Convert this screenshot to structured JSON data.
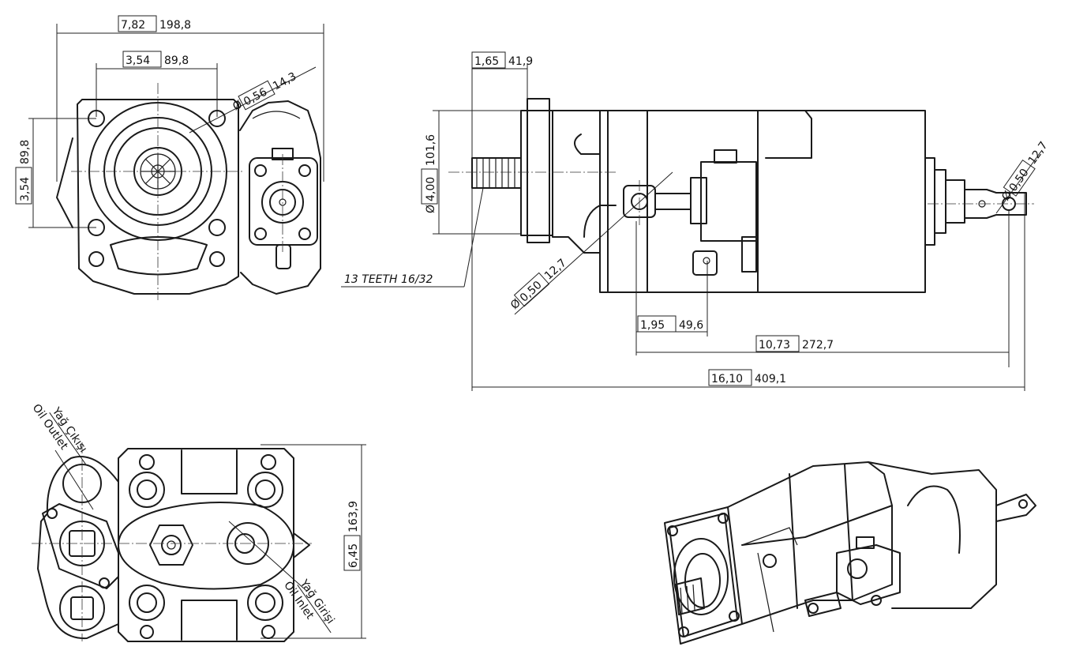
{
  "front_view": {
    "width_in": "7,82",
    "width_mm": "198,8",
    "bolt_span_in": "3,54",
    "bolt_span_mm": "89,8",
    "bolt_vert_in": "3,54",
    "bolt_vert_mm": "89,8",
    "hole_diam_in": "0,56",
    "hole_diam_mm": "14,3"
  },
  "side_view": {
    "flange_in": "1,65",
    "flange_mm": "41,9",
    "pilot_diam_in": "4,00",
    "pilot_diam_mm": "101,6",
    "spline_note": "13 TEETH 16/32",
    "port_hole_in": "0,50",
    "port_hole_mm": "12,7",
    "end_hole_in": "0,50",
    "end_hole_mm": "12,7",
    "offset_in": "1,95",
    "offset_mm": "49,6",
    "mid_len_in": "10,73",
    "mid_len_mm": "272,7",
    "total_len_in": "16,10",
    "total_len_mm": "409,1"
  },
  "bottom_view": {
    "outlet_tr": "Yağ Çıkışı",
    "outlet_en": "Oil Outlet",
    "inlet_tr": "Yağ Girişi",
    "inlet_en": "Oil Inlet",
    "height_in": "6,45",
    "height_mm": "163,9"
  },
  "symbols": {
    "diameter": "Ø"
  }
}
